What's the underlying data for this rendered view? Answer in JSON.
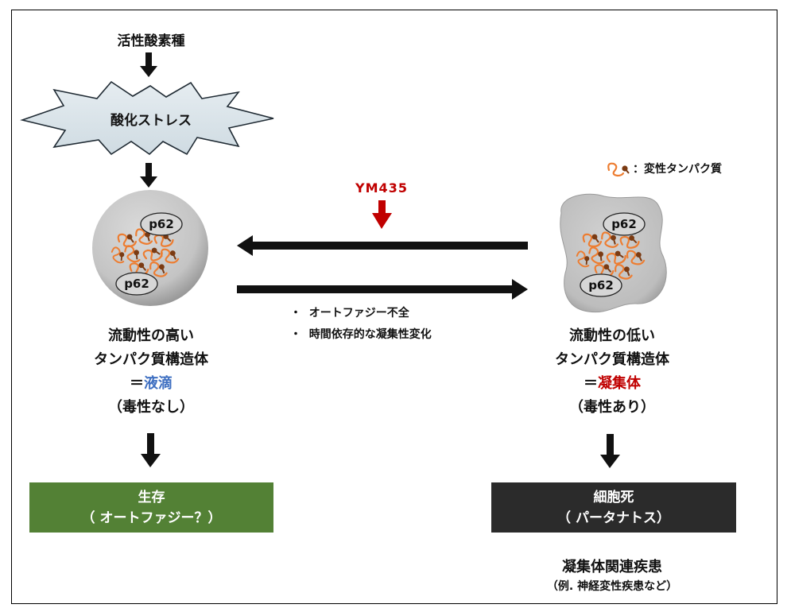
{
  "top": {
    "ros": "活性酸素種",
    "stress": "酸化ストレス"
  },
  "legend": {
    "label": "：変性タンパク質"
  },
  "drug": {
    "label": "YM435",
    "color": "#c00000"
  },
  "left": {
    "p62_top": "p62",
    "p62_bottom": "p62",
    "line1": "流動性の高い",
    "line2": "タンパク質構造体",
    "eq": "＝",
    "term": "液滴",
    "term_color": "#3e6fc1",
    "note": "（毒性なし）"
  },
  "right": {
    "p62_top": "p62",
    "p62_bottom": "p62",
    "line1": "流動性の低い",
    "line2": "タンパク質構造体",
    "eq": "＝",
    "term": "凝集体",
    "term_color": "#c00000",
    "note": "（毒性あり）"
  },
  "middle": {
    "bullet1": "オートファジー不全",
    "bullet2": "時間依存的な凝集性変化"
  },
  "survival": {
    "title": "生存",
    "subtitle": "（ オートファジー？）",
    "color": "#538135"
  },
  "death": {
    "title": "細胞死",
    "subtitle": "（ パータナトス）",
    "color": "#2b2b2b"
  },
  "disease": {
    "title": "凝集体関連疾患",
    "example": "（例. 神経変性疾患など）"
  }
}
